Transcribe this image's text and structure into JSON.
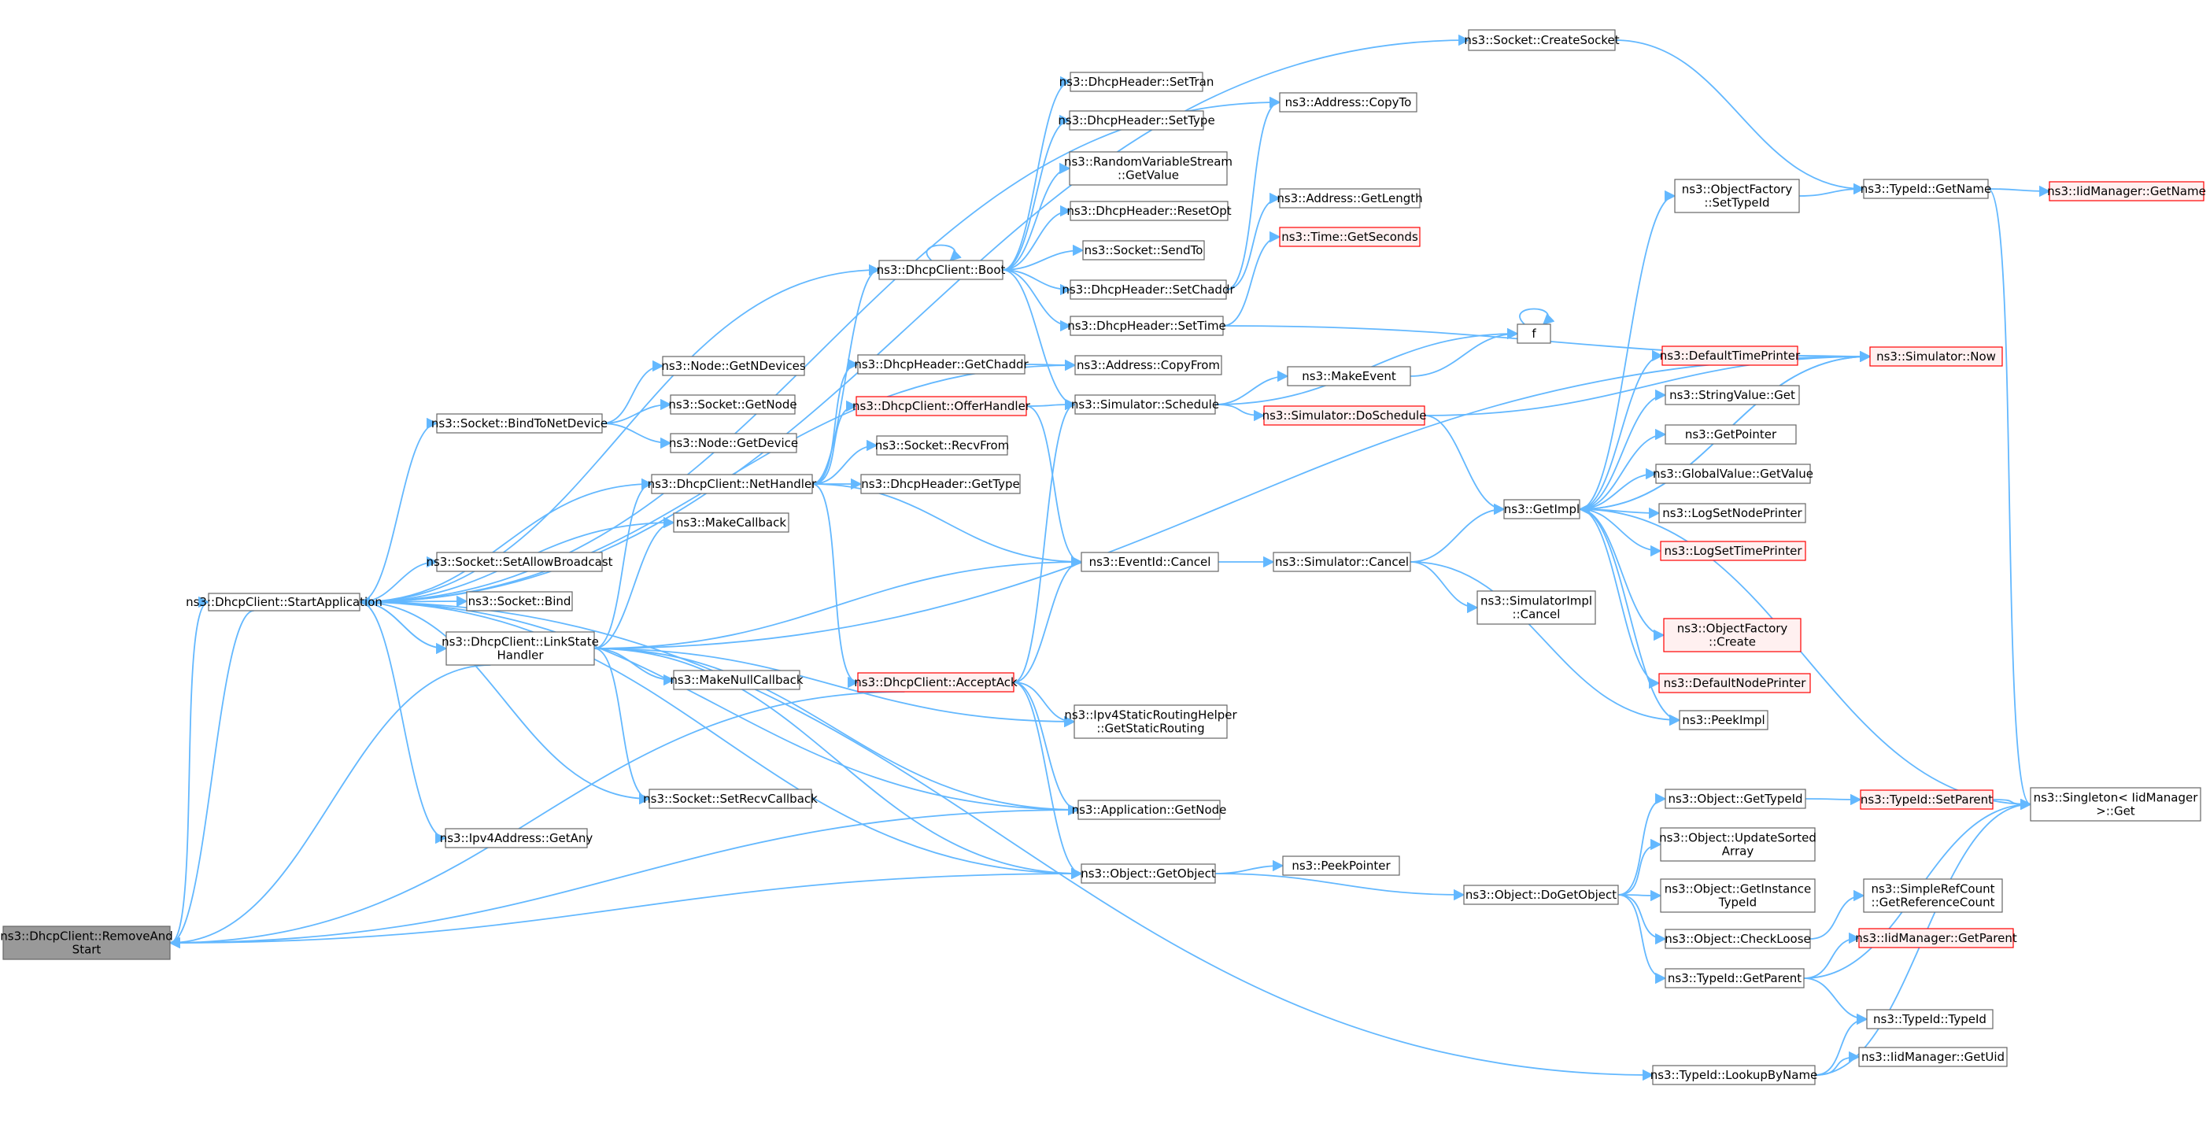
{
  "colors": {
    "edge": "#63b8ff",
    "node_border": "#666666",
    "node_fill": "#ffffff",
    "highlight_border": "#ff0000",
    "highlight_fill": "#fff0f0",
    "root_fill": "#999999",
    "root_border": "#666666",
    "text": "#000000"
  },
  "nodes": [
    {
      "id": "removeandstart",
      "lines": [
        "ns3::DhcpClient::RemoveAnd",
        "Start"
      ],
      "style": "root"
    },
    {
      "id": "startapplication",
      "lines": [
        "ns3::DhcpClient::StartApplication"
      ]
    },
    {
      "id": "getobject",
      "lines": [
        "ns3::Object::GetObject"
      ]
    },
    {
      "id": "getnode",
      "lines": [
        "ns3::Application::GetNode"
      ]
    },
    {
      "id": "getstaticrouting",
      "lines": [
        "ns3::Ipv4StaticRoutingHelper",
        "::GetStaticRouting"
      ]
    },
    {
      "id": "eventcancel",
      "lines": [
        "ns3::EventId::Cancel"
      ]
    },
    {
      "id": "lookupbyname",
      "lines": [
        "ns3::TypeId::LookupByName"
      ]
    },
    {
      "id": "createsocket",
      "lines": [
        "ns3::Socket::CreateSocket"
      ]
    },
    {
      "id": "copyto",
      "lines": [
        "ns3::Address::CopyTo"
      ]
    },
    {
      "id": "boot",
      "lines": [
        "ns3::DhcpClient::Boot"
      ]
    },
    {
      "id": "copyfrom",
      "lines": [
        "ns3::Address::CopyFrom"
      ]
    },
    {
      "id": "bindtonetdevice",
      "lines": [
        "ns3::Socket::BindToNetDevice"
      ]
    },
    {
      "id": "nethandler",
      "lines": [
        "ns3::DhcpClient::NetHandler"
      ]
    },
    {
      "id": "makecallback",
      "lines": [
        "ns3::MakeCallback"
      ]
    },
    {
      "id": "setallowbroadcast",
      "lines": [
        "ns3::Socket::SetAllowBroadcast"
      ]
    },
    {
      "id": "socketbind",
      "lines": [
        "ns3::Socket::Bind"
      ]
    },
    {
      "id": "linkstatehandler",
      "lines": [
        "ns3::DhcpClient::LinkState",
        "Handler"
      ]
    },
    {
      "id": "ipv4getany",
      "lines": [
        "ns3::Ipv4Address::GetAny"
      ]
    },
    {
      "id": "setrecvcallback",
      "lines": [
        "ns3::Socket::SetRecvCallback"
      ]
    },
    {
      "id": "getndevices",
      "lines": [
        "ns3::Node::GetNDevices"
      ]
    },
    {
      "id": "socketgetnode",
      "lines": [
        "ns3::Socket::GetNode"
      ]
    },
    {
      "id": "nodegetdevice",
      "lines": [
        "ns3::Node::GetDevice"
      ]
    },
    {
      "id": "makenullcallback",
      "lines": [
        "ns3::MakeNullCallback"
      ]
    },
    {
      "id": "settran",
      "lines": [
        "ns3::DhcpHeader::SetTran"
      ]
    },
    {
      "id": "settype",
      "lines": [
        "ns3::DhcpHeader::SetType"
      ]
    },
    {
      "id": "rvsgetvalue",
      "lines": [
        "ns3::RandomVariableStream",
        "::GetValue"
      ]
    },
    {
      "id": "resetopt",
      "lines": [
        "ns3::DhcpHeader::ResetOpt"
      ]
    },
    {
      "id": "sendto",
      "lines": [
        "ns3::Socket::SendTo"
      ]
    },
    {
      "id": "setchaddr",
      "lines": [
        "ns3::DhcpHeader::SetChaddr"
      ]
    },
    {
      "id": "settime",
      "lines": [
        "ns3::DhcpHeader::SetTime"
      ]
    },
    {
      "id": "getchaddr",
      "lines": [
        "ns3::DhcpHeader::GetChaddr"
      ]
    },
    {
      "id": "offerhandler",
      "lines": [
        "ns3::DhcpClient::OfferHandler"
      ],
      "style": "red"
    },
    {
      "id": "recvfrom",
      "lines": [
        "ns3::Socket::RecvFrom"
      ]
    },
    {
      "id": "gettype",
      "lines": [
        "ns3::DhcpHeader::GetType"
      ]
    },
    {
      "id": "acceptack",
      "lines": [
        "ns3::DhcpClient::AcceptAck"
      ],
      "style": "red"
    },
    {
      "id": "schedule",
      "lines": [
        "ns3::Simulator::Schedule"
      ]
    },
    {
      "id": "peekpointer",
      "lines": [
        "ns3::PeekPointer"
      ]
    },
    {
      "id": "getlength",
      "lines": [
        "ns3::Address::GetLength"
      ]
    },
    {
      "id": "getseconds",
      "lines": [
        "ns3::Time::GetSeconds"
      ],
      "style": "red"
    },
    {
      "id": "f",
      "lines": [
        "f"
      ]
    },
    {
      "id": "makeevent",
      "lines": [
        "ns3::MakeEvent"
      ]
    },
    {
      "id": "doschedule",
      "lines": [
        "ns3::Simulator::DoSchedule"
      ],
      "style": "red"
    },
    {
      "id": "simcancel",
      "lines": [
        "ns3::Simulator::Cancel"
      ]
    },
    {
      "id": "simimplcancel",
      "lines": [
        "ns3::SimulatorImpl",
        "::Cancel"
      ]
    },
    {
      "id": "dogetobject",
      "lines": [
        "ns3::Object::DoGetObject"
      ]
    },
    {
      "id": "factorysettypeid",
      "lines": [
        "ns3::ObjectFactory",
        "::SetTypeId"
      ]
    },
    {
      "id": "getimpl",
      "lines": [
        "ns3::GetImpl"
      ]
    },
    {
      "id": "objgettypeid",
      "lines": [
        "ns3::Object::GetTypeId"
      ]
    },
    {
      "id": "updatesorted",
      "lines": [
        "ns3::Object::UpdateSorted",
        "Array"
      ]
    },
    {
      "id": "getinstancetypeid",
      "lines": [
        "ns3::Object::GetInstance",
        "TypeId"
      ]
    },
    {
      "id": "checkloose",
      "lines": [
        "ns3::Object::CheckLoose"
      ]
    },
    {
      "id": "typeidgetparent",
      "lines": [
        "ns3::TypeId::GetParent"
      ]
    },
    {
      "id": "typeidgetname",
      "lines": [
        "ns3::TypeId::GetName"
      ]
    },
    {
      "id": "defaulttimeprinter",
      "lines": [
        "ns3::DefaultTimePrinter"
      ],
      "style": "red"
    },
    {
      "id": "stringvalueget",
      "lines": [
        "ns3::StringValue::Get"
      ]
    },
    {
      "id": "getpointer",
      "lines": [
        "ns3::GetPointer"
      ]
    },
    {
      "id": "globalvaluegetvalue",
      "lines": [
        "ns3::GlobalValue::GetValue"
      ]
    },
    {
      "id": "logsetnodeprinter",
      "lines": [
        "ns3::LogSetNodePrinter"
      ]
    },
    {
      "id": "logsettimeprinter",
      "lines": [
        "ns3::LogSetTimePrinter"
      ],
      "style": "red"
    },
    {
      "id": "factorycreate",
      "lines": [
        "ns3::ObjectFactory",
        "::Create"
      ],
      "style": "red"
    },
    {
      "id": "defaultnodeprinter",
      "lines": [
        "ns3::DefaultNodePrinter"
      ],
      "style": "red"
    },
    {
      "id": "peekimpl",
      "lines": [
        "ns3::PeekImpl"
      ]
    },
    {
      "id": "typeidsetparent",
      "lines": [
        "ns3::TypeId::SetParent"
      ],
      "style": "red"
    },
    {
      "id": "getreferencecount",
      "lines": [
        "ns3::SimpleRefCount",
        "::GetReferenceCount"
      ]
    },
    {
      "id": "iidgetparent",
      "lines": [
        "ns3::IidManager::GetParent"
      ],
      "style": "red"
    },
    {
      "id": "typeidtypeid",
      "lines": [
        "ns3::TypeId::TypeId"
      ]
    },
    {
      "id": "iidgetuid",
      "lines": [
        "ns3::IidManager::GetUid"
      ]
    },
    {
      "id": "iidgetname",
      "lines": [
        "ns3::IidManager::GetName"
      ],
      "style": "red"
    },
    {
      "id": "simnow",
      "lines": [
        "ns3::Simulator::Now"
      ],
      "style": "red"
    },
    {
      "id": "singletonget",
      "lines": [
        "ns3::Singleton< IidManager",
        ">::Get"
      ]
    }
  ]
}
